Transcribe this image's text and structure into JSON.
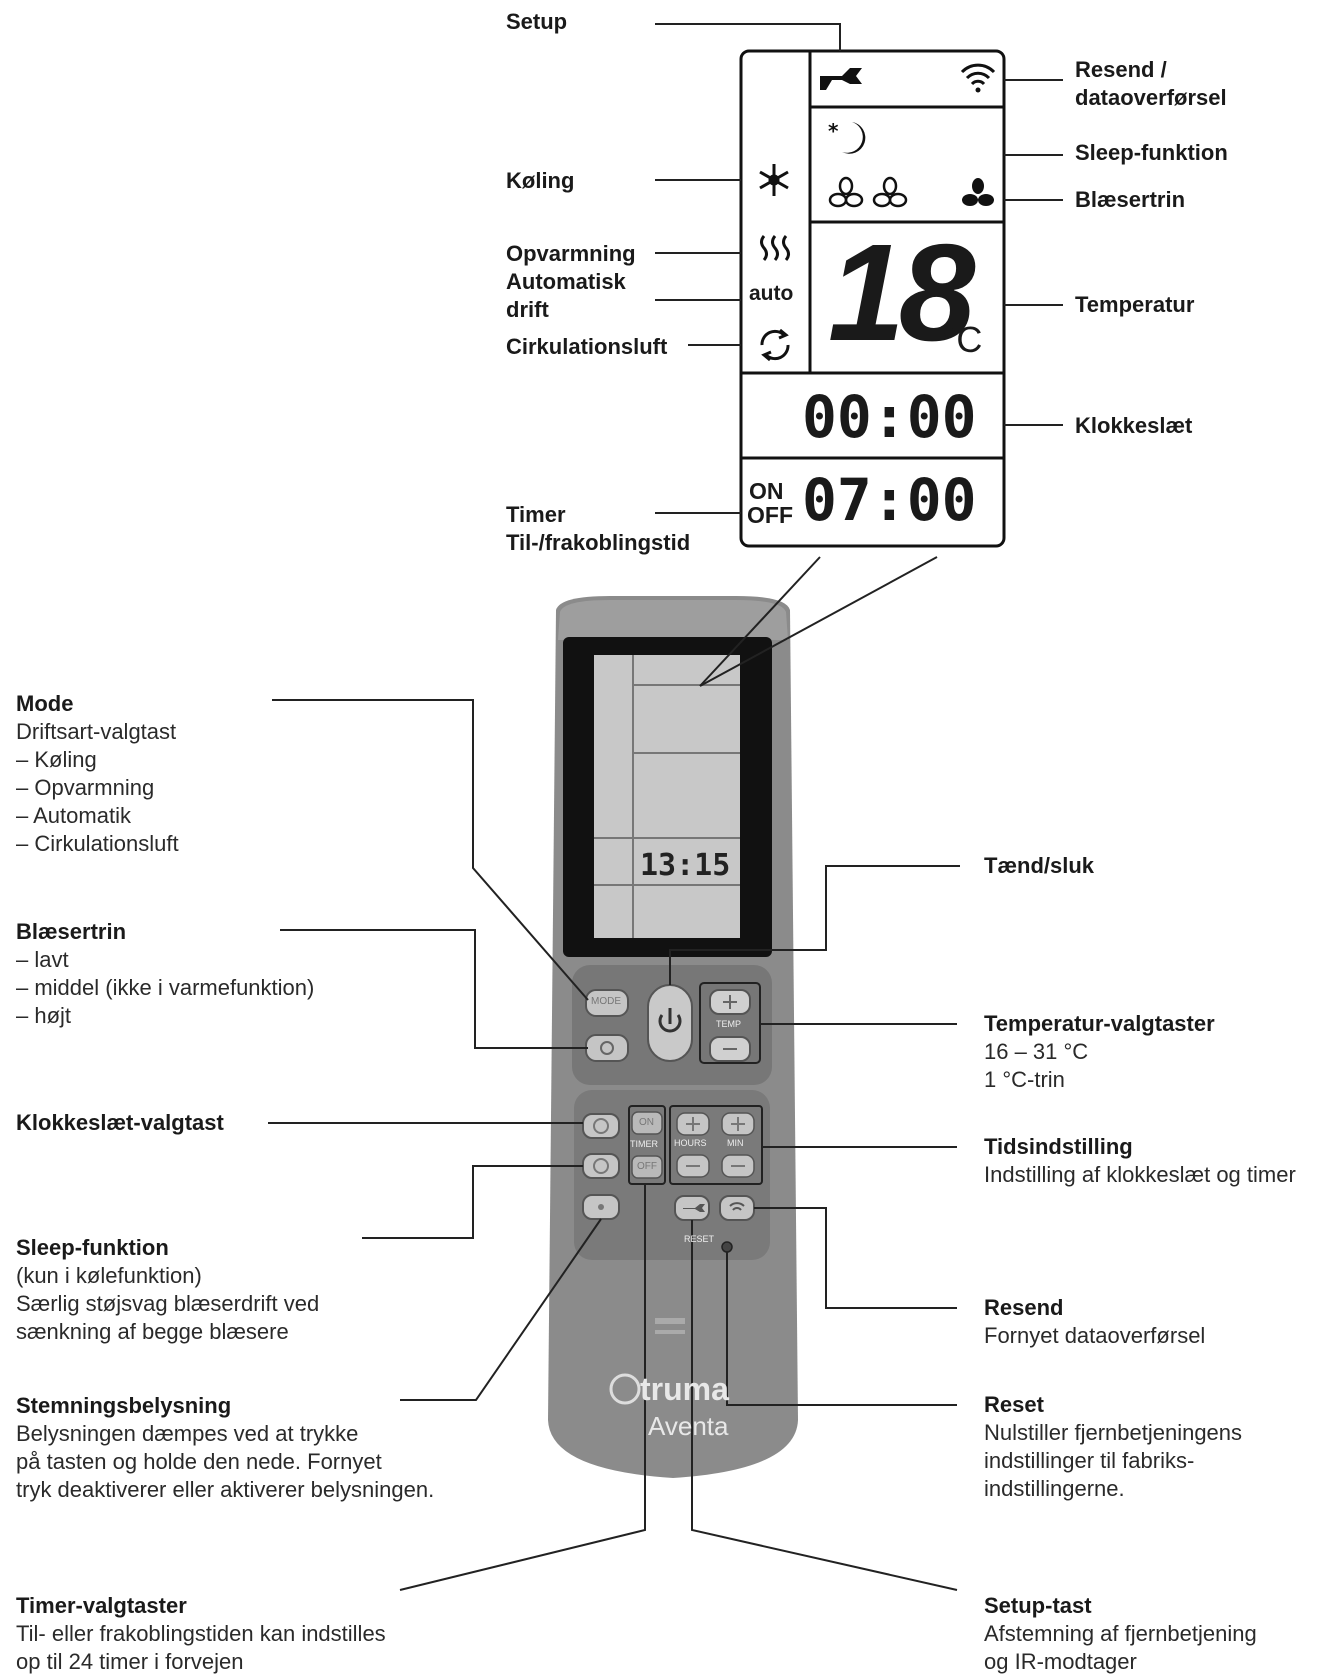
{
  "lcd_callouts": {
    "setup": "Setup",
    "resend": [
      "Resend /",
      "dataoverførsel"
    ],
    "sleep": "Sleep-funktion",
    "fan_stage": "Blæsertrin",
    "cooling": "Køling",
    "heating": "Opvarmning",
    "auto": [
      "Automatisk",
      "drift"
    ],
    "circulation": "Cirkulationsluft",
    "temperature": "Temperatur",
    "clock": "Klokkeslæt",
    "timer": [
      "Timer",
      "Til-/frakoblingstid"
    ]
  },
  "lcd": {
    "auto_label": "auto",
    "temperature": "18",
    "unit": "°C",
    "clock": "00:00",
    "timer_on": "ON",
    "timer_off": "OFF",
    "timer_time": "07:00"
  },
  "remote": {
    "screen_clock": "13:15",
    "mode_button": "MODE",
    "temp_label": "TEMP",
    "timer_on": "ON",
    "timer_label": "TIMER",
    "timer_off": "OFF",
    "hours_label": "HOURS",
    "min_label": "MIN",
    "reset_label": "RESET",
    "brand": "truma",
    "model": "Aventa"
  },
  "left_callouts": {
    "mode": {
      "title": "Mode",
      "lines": [
        "Driftsart-valgtast",
        "– Køling",
        "– Opvarmning",
        "– Automatik",
        "– Cirkulationsluft"
      ]
    },
    "fan": {
      "title": "Blæsertrin",
      "lines": [
        "– lavt",
        "– middel (ikke i varmefunktion)",
        "– højt"
      ]
    },
    "clock_key": {
      "title": "Klokkeslæt-valgtast",
      "lines": []
    },
    "sleep": {
      "title": "Sleep-funktion",
      "lines": [
        "(kun i kølefunktion)",
        "Særlig støjsvag blæserdrift ved",
        "sænkning af begge blæsere"
      ]
    },
    "mood": {
      "title": "Stemningsbelysning",
      "lines": [
        "Belysningen dæmpes ved at trykke",
        "på tasten og holde den nede. Fornyet",
        "tryk deaktiverer eller aktiverer belysningen."
      ]
    },
    "timer_keys": {
      "title": "Timer-valgtaster",
      "lines": [
        "Til- eller frakoblingstiden kan indstilles",
        "op til 24 timer i forvejen"
      ]
    }
  },
  "right_callouts": {
    "power": {
      "title": "Tænd/sluk",
      "lines": []
    },
    "temp_keys": {
      "title": "Temperatur-valgtaster",
      "lines": [
        "16 – 31 °C",
        "1 °C-trin"
      ]
    },
    "time_set": {
      "title": "Tidsindstilling",
      "lines": [
        "Indstilling af klokkeslæt og timer"
      ]
    },
    "resend": {
      "title": "Resend",
      "lines": [
        "Fornyet dataoverførsel"
      ]
    },
    "reset": {
      "title": "Reset",
      "lines": [
        "Nulstiller fjernbetjeningens",
        "indstillinger til fabriks-",
        "indstillingerne."
      ]
    },
    "setup_key": {
      "title": "Setup-tast",
      "lines": [
        "Afstemning af fjernbetjening",
        "og IR-modtager"
      ]
    }
  }
}
